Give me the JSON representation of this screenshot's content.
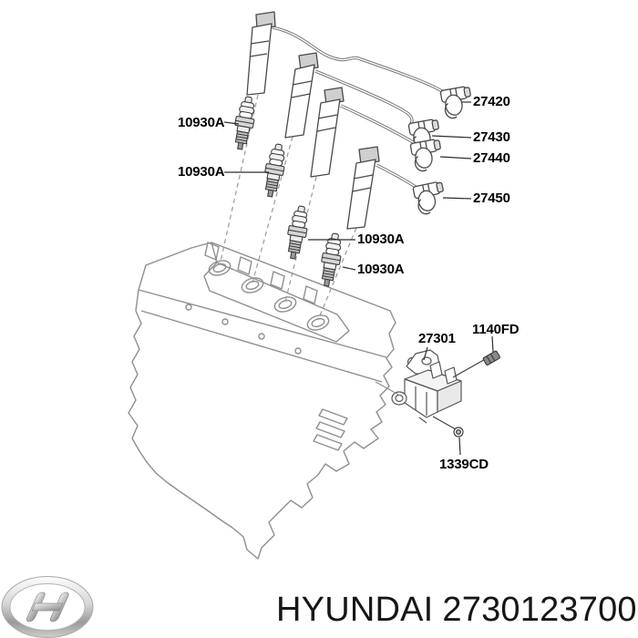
{
  "part_labels": {
    "spark_plug_1": "10930A",
    "spark_plug_2": "10930A",
    "spark_plug_3": "10930A",
    "spark_plug_4": "10930A",
    "ignition_cable_1": "27420",
    "ignition_cable_2": "27430",
    "ignition_cable_3": "27440",
    "ignition_cable_4": "27450",
    "ignition_coil": "27301",
    "coil_bolt": "1140FD",
    "coil_nut": "1339CD"
  },
  "footer": {
    "brand": "HYUNDAI",
    "part_number": "2730123700",
    "logo_icon": "hyundai-logo"
  },
  "colors": {
    "background": "#ffffff",
    "engine_line": "#8f8f8f",
    "part_line": "#4a4a4a",
    "label_text": "#000000",
    "logo_chrome": "#b5b5b5"
  }
}
